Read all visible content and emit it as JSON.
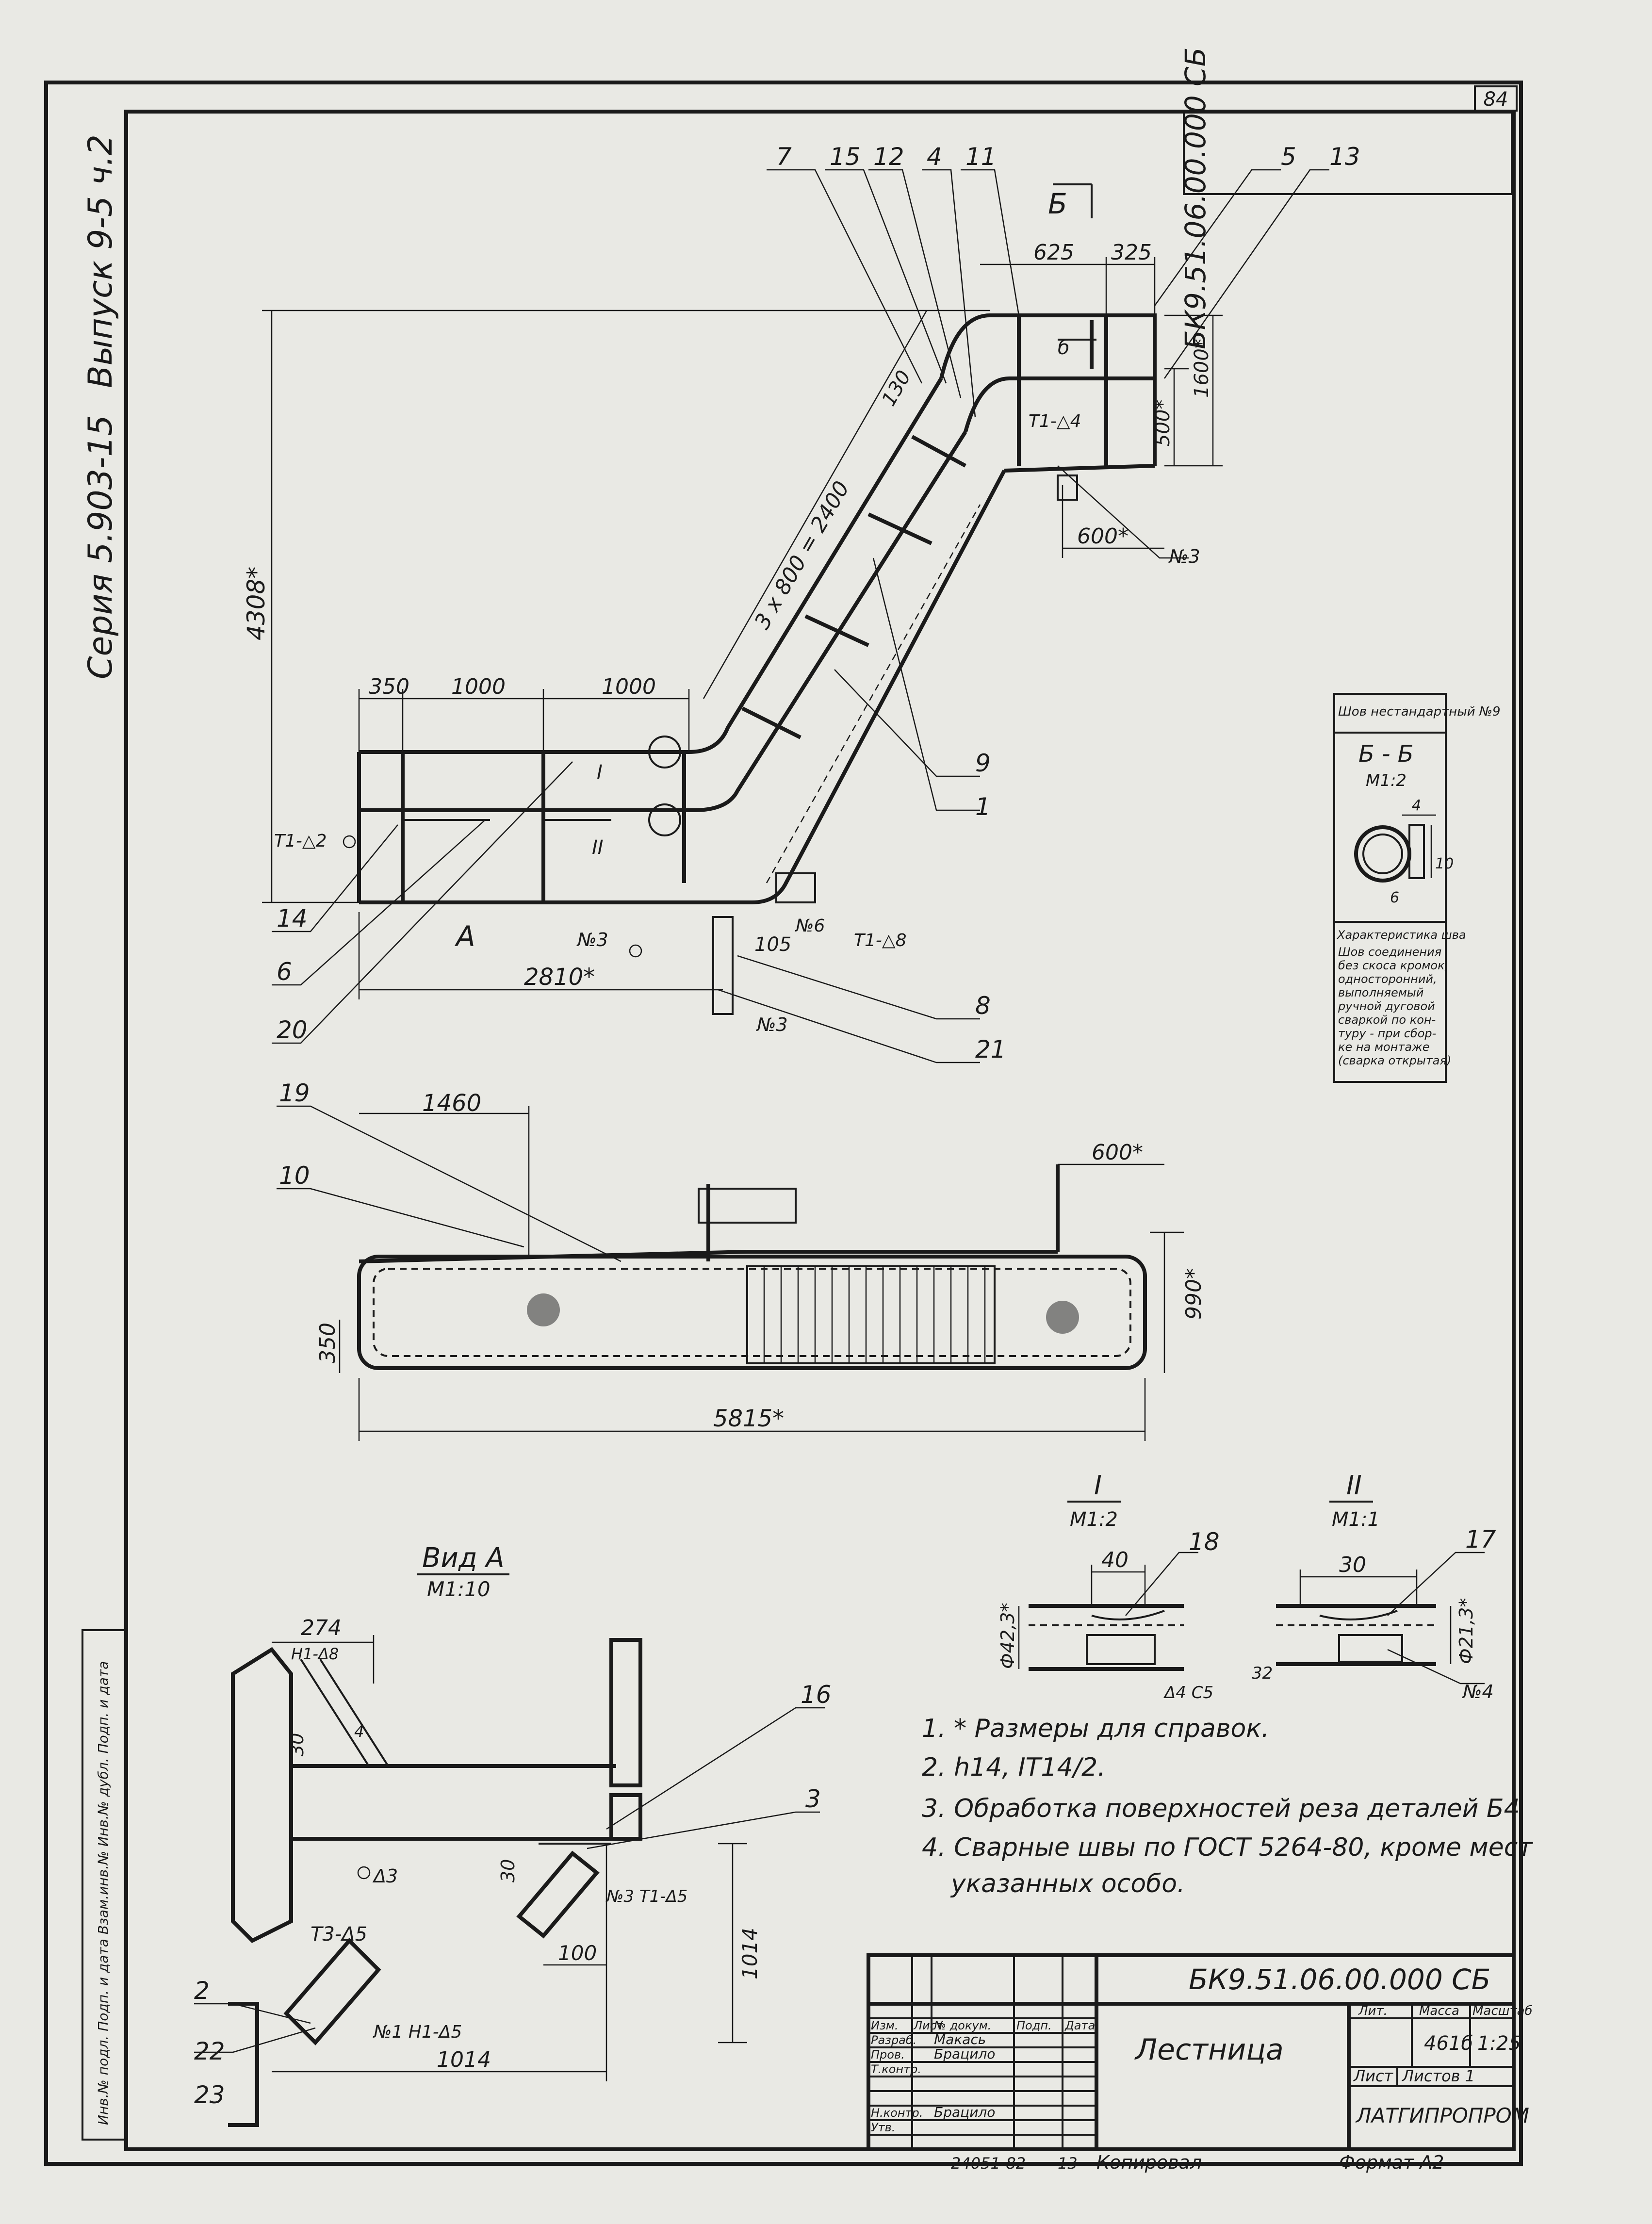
{
  "sheet_no": "84",
  "doc_code_vertical": "БК9.51.06.00.000 СБ",
  "series": "Серия 5.903-15",
  "issue": "Выпуск 9-5 ч.2",
  "margin_label": "Инв.№ подл. Подп. и дата Взам.инв.№ Инв.№ дубл. Подп. и дата",
  "view_b_title": "Б",
  "section_bb": {
    "header": "Шов нестандартный №9",
    "title": "Б - Б",
    "scale": "М1:2",
    "dims": [
      "4",
      "10",
      "6"
    ],
    "char_title": "Характеристика шва",
    "char_text": [
      "Шов соединения",
      "без скоса кромок,",
      "односторонний,",
      "выполняемый",
      "ручной дуговой",
      "сваркой по кон-",
      "туру - при сбор-",
      "ке на монтаже",
      "(сварка открытая)"
    ]
  },
  "top_view": {
    "dim_4308": "4308*",
    "dim_350": "350",
    "dim_1000a": "1000",
    "dim_1000b": "1000",
    "dim_3x800": "3 x 800 = 2400",
    "dim_130": "130",
    "dim_625": "625",
    "dim_325": "325",
    "dim_500": "500*",
    "dim_1600": "1600*",
    "dim_600": "600*",
    "dim_2810": "2810*",
    "dim_105": "105",
    "weld_t1_a4": "T1-△4",
    "weld_t1_a2": "T1-△2",
    "weld_t1_a8": "T1-△8",
    "weld_no3a": "№3",
    "weld_no3b": "№3",
    "weld_no3c": "№3",
    "weld_no6": "№6",
    "label_a": "А",
    "label_b": "б",
    "label_i": "I",
    "label_ii": "II",
    "callouts": [
      "7",
      "15",
      "12",
      "4",
      "11",
      "5",
      "13",
      "9",
      "1",
      "14",
      "6",
      "20",
      "8",
      "21"
    ]
  },
  "side_view": {
    "dim_1460": "1460",
    "dim_600": "600*",
    "dim_350": "350",
    "dim_990": "990*",
    "dim_5815": "5815*",
    "callouts": [
      "19",
      "10"
    ]
  },
  "detail_i": {
    "title": "I",
    "scale": "М1:2",
    "dim_40": "40",
    "dim_diam": "Ф42,3*",
    "weld": "Δ4 C5",
    "roughness": "32",
    "callout": "18"
  },
  "detail_ii": {
    "title": "II",
    "scale": "М1:1",
    "dim_30": "30",
    "dim_diam": "Ф21,3*",
    "weld": "№4",
    "callout": "17"
  },
  "view_a": {
    "title": "Вид А",
    "scale": "М1:10",
    "dim_274": "274",
    "dim_30a": "30",
    "dim_30b": "30",
    "dim_100": "100",
    "dim_1014a": "1014",
    "dim_1014b": "1014",
    "weld_h1_a8": "Н1-Δ8",
    "weld_t3_a5": "Т3-Δ5",
    "weld_t1_a5": "№3 Т1-Δ5",
    "weld_h1_a5": "№1 Н1-Δ5",
    "weld_a3": "Δ3",
    "dim_4": "4",
    "callouts": [
      "16",
      "3",
      "2",
      "22",
      "23"
    ]
  },
  "notes": [
    "1. * Размеры для справок.",
    "2. h14, IT14/2.",
    "3. Обработка поверхностей реза деталей Б4",
    "4. Сварные швы по ГОСТ 5264-80, кроме мест",
    "указанных особо."
  ],
  "title_block": {
    "doc_code": "БК9.51.06.00.000 СБ",
    "name": "Лестница",
    "col_headers": [
      "Изм.",
      "Лист",
      "№ докум.",
      "Подп.",
      "Дата"
    ],
    "role_razrab": "Разраб.",
    "name_razrab": "Макась",
    "role_prov": "Пров.",
    "name_prov": "Брацило",
    "role_tkontr": "Т.контр.",
    "role_nkontr": "Н.контр.",
    "name_nkontr": "Брацило",
    "role_utv": "Утв.",
    "lit_label": "Лит.",
    "mass_label": "Масса",
    "scale_label": "Масштаб",
    "mass_value": "461б",
    "scale_value": "1:25",
    "sheet_label": "Лист",
    "sheets_label": "Листов 1",
    "org": "ЛАТГИПРОПРОМ",
    "bottom_left": "24051-82",
    "bottom_mid": "13",
    "copied": "Копировал",
    "format": "Формат А2"
  }
}
